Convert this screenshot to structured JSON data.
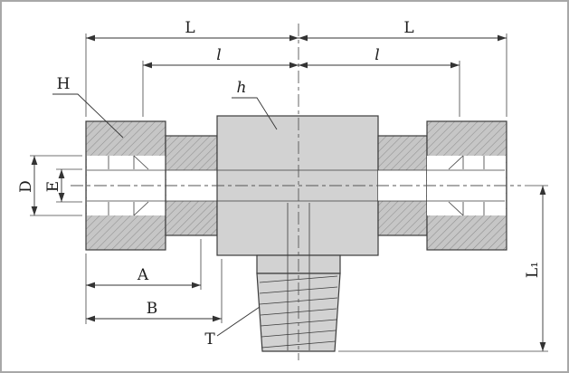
{
  "drawing": {
    "dimensions": {
      "length_left": "L",
      "length_right": "L",
      "center_to_end_left": "l",
      "center_to_end_right": "l",
      "nut_hex_flats": "H",
      "body_hex_flats": "h",
      "tube_od": "D",
      "bore_diameter": "E",
      "dim_a": "A",
      "dim_b": "B",
      "thread_size": "T",
      "branch_length": "L₁"
    },
    "colors": {
      "background": "#ffffff",
      "frame_border": "#a8a8a8",
      "outline": "#3c3c3c",
      "metal_flat": "#d2d2d2",
      "metal_hatched": "#c6c6c6",
      "hatch_line": "#8f8f8f",
      "dimension_line": "#333333"
    }
  }
}
